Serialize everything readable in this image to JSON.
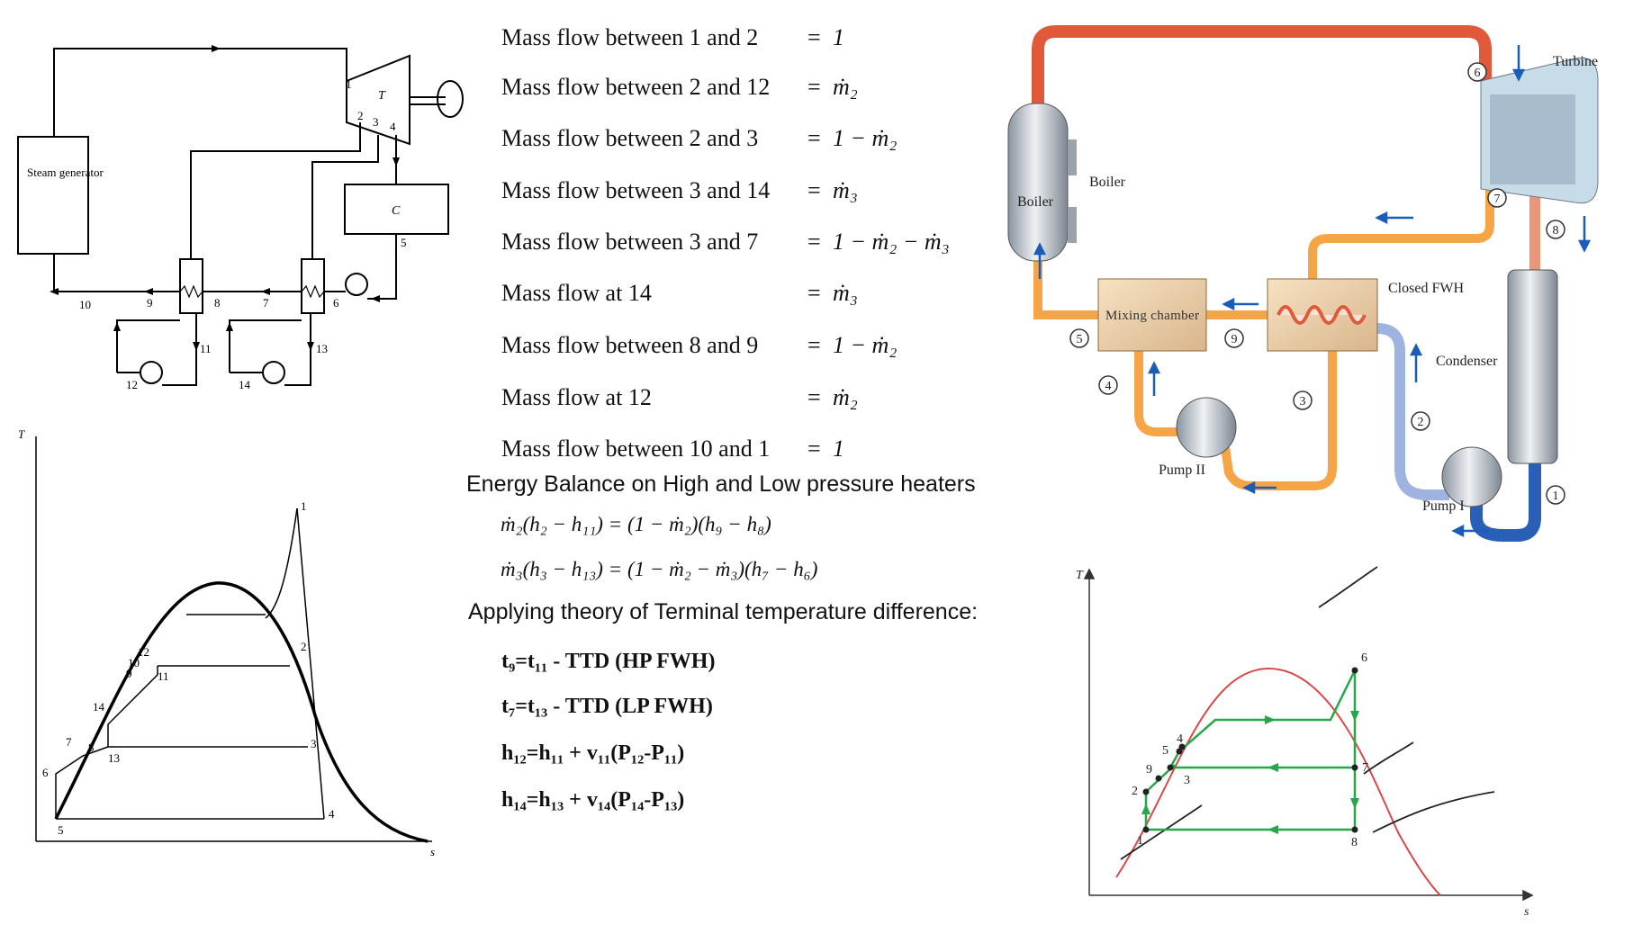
{
  "flow_rows": [
    {
      "lhs": "Mass flow between 1 and 2",
      "rhs": "1"
    },
    {
      "lhs": "Mass flow between 2 and 12",
      "rhs": "ṁ₂"
    },
    {
      "lhs": "Mass flow between 2 and 3",
      "rhs": "1 − ṁ₂"
    },
    {
      "lhs": "Mass flow between 3 and 14",
      "rhs": "ṁ₃"
    },
    {
      "lhs": "Mass flow between 3 and 7",
      "rhs": "1 − ṁ₂ − ṁ₃"
    },
    {
      "lhs": "Mass flow at 14",
      "rhs": "ṁ₃"
    },
    {
      "lhs": "Mass flow between 8 and 9",
      "rhs": "1 − ṁ₂"
    },
    {
      "lhs": "Mass flow at 12",
      "rhs": "ṁ₂"
    },
    {
      "lhs": "Mass flow between 10 and 1",
      "rhs": "1"
    }
  ],
  "eq_sign": "=",
  "energy_heading": "Energy Balance on High and Low pressure heaters",
  "balance_eq_1": "ṁ₂(h₂ − h₁₁) = (1 − ṁ₂)(h₉ − h₈)",
  "balance_eq_2": "ṁ₃(h₃ − h₁₃) = (1 − ṁ₂ − ṁ₃)(h₇ − h₆)",
  "ttd_heading": "Applying theory of Terminal temperature difference:",
  "ttd_eqs": [
    "t₉=t₁₁ - TTD (HP FWH)",
    "t₇=t₁₃ - TTD (LP FWH)",
    "h₁₂=h₁₁ + v₁₁(P₁₂-P₁₁)",
    "h₁₄=h₁₃ + v₁₄(P₁₄-P₁₃)"
  ],
  "schematic": {
    "steam_generator": "Steam generator",
    "turbine": "T",
    "condenser": "C",
    "states": [
      "1",
      "2",
      "3",
      "4",
      "5",
      "6",
      "7",
      "8",
      "9",
      "10",
      "11",
      "12",
      "13",
      "14"
    ]
  },
  "ts_left": {
    "t_axis": "T",
    "s_axis": "s",
    "points": [
      "1",
      "2",
      "3",
      "4",
      "5",
      "6",
      "7",
      "8",
      "9",
      "10",
      "11",
      "12",
      "13",
      "14"
    ]
  },
  "pictorial": {
    "turbine": "Turbine",
    "boiler_inner": "Boiler",
    "boiler_outer": "Boiler",
    "mixing": "Mixing chamber",
    "closed_fwh": "Closed FWH",
    "condenser": "Condenser",
    "pump_1": "Pump I",
    "pump_2": "Pump II",
    "states": [
      "1",
      "2",
      "3",
      "4",
      "5",
      "6",
      "7",
      "8",
      "9"
    ]
  },
  "ts_right": {
    "t_axis": "T",
    "s_axis": "s",
    "points": [
      "1",
      "2",
      "3",
      "4",
      "5",
      "6",
      "7",
      "8",
      "9"
    ]
  },
  "colors": {
    "hot_pipe": "#e05a3a",
    "warm_pipe": "#f5a545",
    "cool_pipe": "#9fb3e0",
    "cold_pipe": "#2a5fb8",
    "arrow": "#1a5cb8",
    "dome": "#d84a4a",
    "cycle": "#27a64a"
  }
}
